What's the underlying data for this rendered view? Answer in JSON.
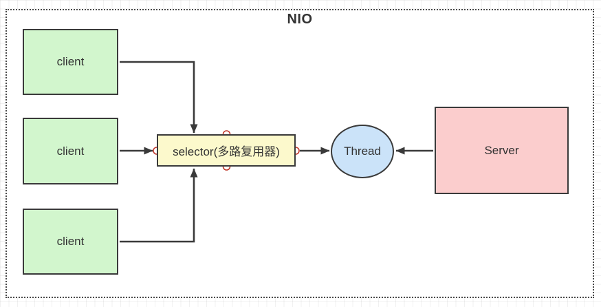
{
  "diagram": {
    "title": "NIO",
    "nodes": {
      "clients": [
        {
          "label": "client"
        },
        {
          "label": "client"
        },
        {
          "label": "client"
        }
      ],
      "selector": {
        "label": "selector(多路复用器)"
      },
      "thread": {
        "label": "Thread"
      },
      "server": {
        "label": "Server"
      }
    },
    "edges": [
      {
        "from": "client-1",
        "to": "selector",
        "enters": "top"
      },
      {
        "from": "client-2",
        "to": "selector",
        "enters": "left"
      },
      {
        "from": "client-3",
        "to": "selector",
        "enters": "bottom"
      },
      {
        "from": "selector",
        "to": "thread",
        "enters": "left"
      },
      {
        "from": "server",
        "to": "thread",
        "enters": "right"
      }
    ],
    "colors": {
      "client_fill": "#d2f6cd",
      "selector_fill": "#fcf9cc",
      "thread_fill": "#cbe3f9",
      "server_fill": "#fbcdcd",
      "node_border": "#3a3a3a",
      "edge_stroke": "#3a3a3a",
      "connection_point_stroke": "#c0392b",
      "boundary_border": "#4a4a4a",
      "text": "#333333"
    }
  }
}
